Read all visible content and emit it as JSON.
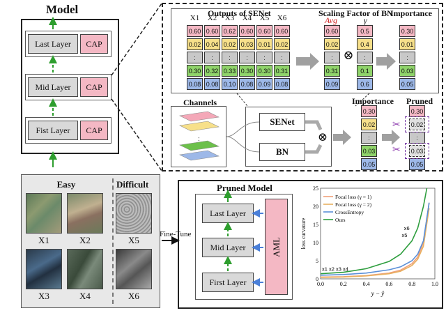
{
  "model": {
    "title": "Model",
    "layers": [
      {
        "label": "Last Layer",
        "cap": "CAP"
      },
      {
        "label": "Mid Layer",
        "cap": "CAP"
      },
      {
        "label": "Fist Layer",
        "cap": "CAP"
      }
    ]
  },
  "senet_panel": {
    "outputs_title": "Outputs of SENet",
    "scaling_title": "Scaling Factor of BN",
    "importance_title": "Importance",
    "columns": [
      "X1",
      "X2",
      "X3",
      "X4",
      "X5",
      "X6"
    ],
    "rows": [
      {
        "values": [
          "0.60",
          "0.60",
          "0.62",
          "0.60",
          "0.60",
          "0.60"
        ],
        "color": "#f4b8c4"
      },
      {
        "values": [
          "0.02",
          "0.04",
          "0.02",
          "0.03",
          "0.01",
          "0.02"
        ],
        "color": "#f7e08a"
      },
      {
        "values": [
          ":",
          ":",
          ":",
          ":",
          ":",
          ":"
        ],
        "color": "#c8c8c8"
      },
      {
        "values": [
          "0.30",
          "0.32",
          "0.33",
          "0.30",
          "0.30",
          "0.31"
        ],
        "color": "#8fd36a"
      },
      {
        "values": [
          "0.08",
          "0.08",
          "0.10",
          "0.08",
          "0.09",
          "0.08"
        ],
        "color": "#9db8e8"
      }
    ],
    "avg_label": "Avg",
    "avg_values": [
      "0.60",
      "0.02",
      ":",
      "0.31",
      "0.09"
    ],
    "gamma_label": "γ",
    "gamma_values": [
      "0.5",
      "0.4",
      ":",
      "0.1",
      "0.6"
    ],
    "importance_values": [
      "0.30",
      "0.01",
      ":",
      "0.03",
      "0.05"
    ],
    "otimes": "⊗",
    "channels_title": "Channels",
    "senet_box": "SENet",
    "bn_box": "BN",
    "importance2_title": "Importance",
    "importance2_values": [
      "0.30",
      "0.02",
      ":",
      "0.03",
      "0.05"
    ],
    "pruned_title": "Pruned",
    "pruned_values": [
      "0.30",
      "0.02",
      ":",
      "0.03",
      "0.05"
    ]
  },
  "data_panel": {
    "easy": "Easy",
    "difficult": "Difficult",
    "labels": [
      "X1",
      "X2",
      "X5",
      "X3",
      "X4",
      "X6"
    ],
    "fine_tune": "Fine-Tune"
  },
  "pruned_model": {
    "title": "Pruned Model",
    "layers": [
      "Last Layer",
      "Mid Layer",
      "First Layer"
    ],
    "aml": "AML"
  },
  "plot": {
    "legend": [
      "Focal loss (γ = 1)",
      "Focal loss (γ = 2)",
      "CrossEntropy",
      "Ours"
    ],
    "ylabel": "loss curvature",
    "xlabel": "y − ŷ",
    "annotations": [
      "x1 x2 x3 x4",
      "x6",
      "x5"
    ],
    "colors": {
      "focal1": "#f0a07a",
      "focal2": "#e8b060",
      "ce": "#5a8fd8",
      "ours": "#2e9e3e"
    }
  },
  "chart_data": {
    "type": "line",
    "xlabel": "y − ŷ",
    "ylabel": "loss curvature",
    "xlim": [
      0,
      1
    ],
    "ylim": [
      0,
      25
    ],
    "x_ticks": [
      "0.0",
      "0.2",
      "0.4",
      "0.6",
      "0.8",
      "1.0"
    ],
    "y_ticks": [
      "0",
      "5",
      "10",
      "15",
      "20",
      "25"
    ],
    "series": [
      {
        "name": "Focal loss (γ = 1)",
        "x": [
          0.0,
          0.2,
          0.4,
          0.6,
          0.7,
          0.8,
          0.85,
          0.9,
          0.95
        ],
        "y": [
          0.5,
          0.6,
          0.9,
          1.6,
          2.4,
          4.2,
          6.0,
          10.0,
          21.0
        ]
      },
      {
        "name": "Focal loss (γ = 2)",
        "x": [
          0.0,
          0.2,
          0.4,
          0.6,
          0.7,
          0.8,
          0.85,
          0.9,
          0.95
        ],
        "y": [
          0.4,
          0.5,
          0.8,
          1.4,
          2.1,
          3.7,
          5.4,
          9.0,
          19.5
        ]
      },
      {
        "name": "CrossEntropy",
        "x": [
          0.0,
          0.2,
          0.4,
          0.6,
          0.7,
          0.8,
          0.85,
          0.9,
          0.95
        ],
        "y": [
          1.0,
          1.2,
          1.6,
          2.5,
          3.3,
          5.0,
          6.8,
          10.5,
          21.0
        ]
      },
      {
        "name": "Ours",
        "x": [
          0.0,
          0.2,
          0.4,
          0.6,
          0.7,
          0.8,
          0.85,
          0.9,
          0.93
        ],
        "y": [
          1.4,
          1.8,
          2.8,
          4.8,
          6.8,
          10.5,
          14.0,
          20.0,
          25.0
        ]
      }
    ]
  }
}
